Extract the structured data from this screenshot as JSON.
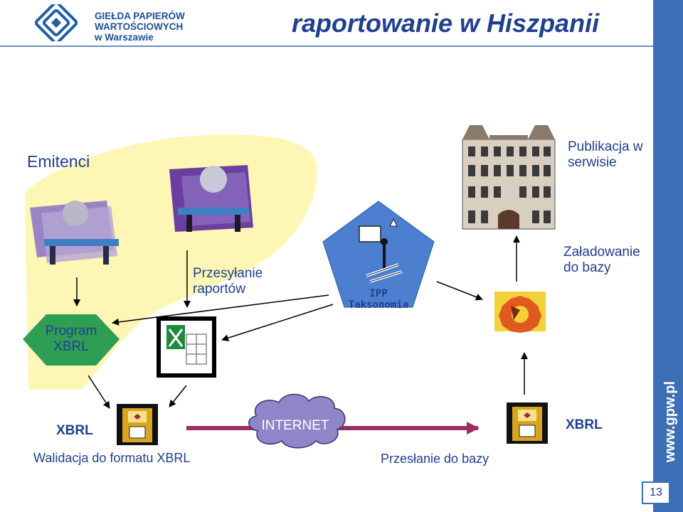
{
  "header": {
    "title": "raportowanie w Hiszpanii",
    "logo_line1": "GIEŁDA PAPIERÓW",
    "logo_line2": "WARTOŚCIOWYCH",
    "logo_line3": "w Warszawie"
  },
  "sidebar": {
    "url": "www.gpw.pl"
  },
  "page_number": "13",
  "labels": {
    "emitenci": "Emitenci",
    "publikacja_1": "Publikacja w",
    "publikacja_2": "serwisie",
    "zaladowanie_1": "Załadowanie",
    "zaladowanie_2": "do bazy",
    "przesylanie_1": "Przesyłanie",
    "przesylanie_2": "raportów",
    "ipp_1": "IPP",
    "ipp_2": "Taksonomia",
    "program_1": "Program",
    "program_2": "XBRL",
    "xbrl_left": "XBRL",
    "xbrl_right": "XBRL",
    "internet": "INTERNET",
    "walidacja": "Walidacja do formatu XBRL",
    "przeslanie": "Przesłanie do bazy"
  },
  "icons": {
    "logo": "gpw-logo-icon",
    "building": "stock-exchange-building-icon",
    "gear": "gear-processing-icon",
    "excel": "excel-file-icon",
    "disk": "floppy-disk-icon"
  },
  "colors": {
    "brand_blue": "#1f3f8f",
    "sidebar_blue": "#3c6fb6",
    "hexagon_green": "#2e9e55",
    "pentagon_blue": "#4d7fd1",
    "cloud_purple": "#8f86c9",
    "internet_arrow": "#9b2e63",
    "highlight_yellow": "#fdf6b4"
  }
}
